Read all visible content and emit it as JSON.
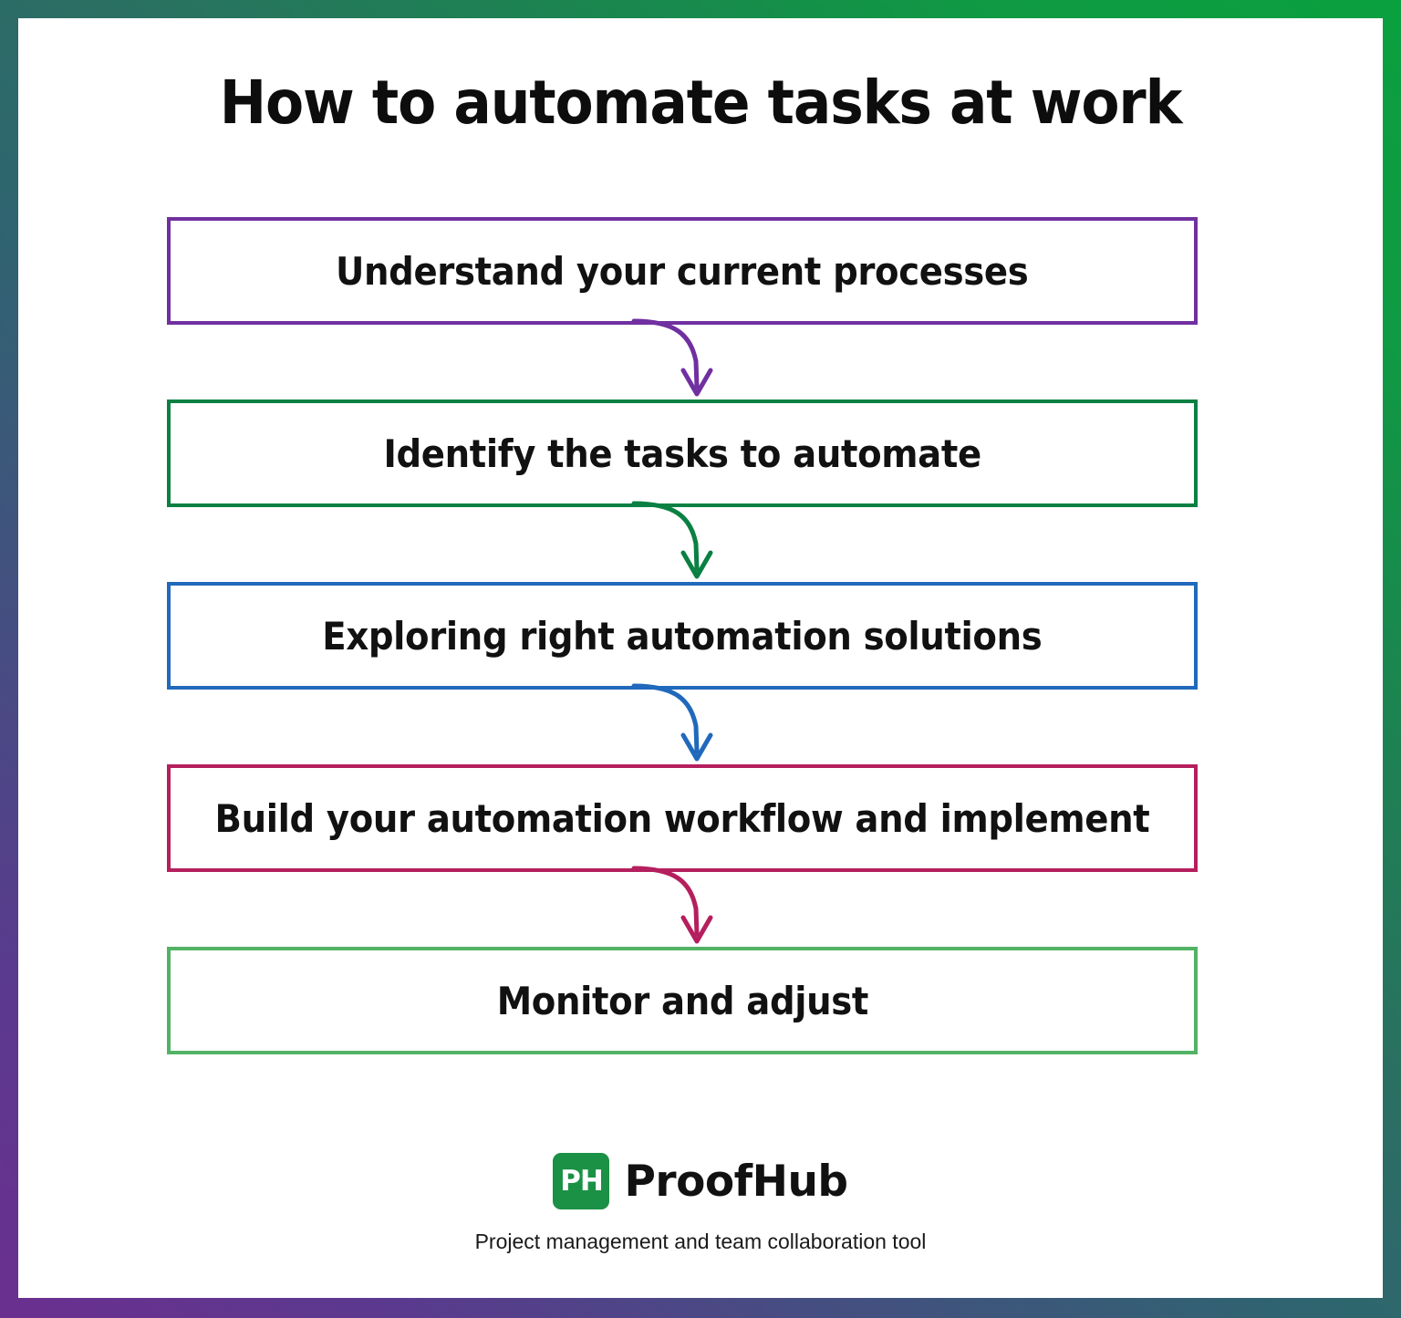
{
  "frame": {
    "gradient_start": "#6b2f8f",
    "gradient_end": "#0aa03f"
  },
  "title": "How to automate tasks at work",
  "flow": {
    "type": "vertical-flowchart",
    "steps": [
      {
        "index": 1,
        "label": "Understand your current processes",
        "border_color": "#7030a0"
      },
      {
        "index": 2,
        "label": "Identify the tasks to automate",
        "border_color": "#0a8043"
      },
      {
        "index": 3,
        "label": "Exploring right automation solutions",
        "border_color": "#2069bc"
      },
      {
        "index": 4,
        "label": "Build your automation workflow and implement",
        "border_color": "#b51f5e"
      },
      {
        "index": 5,
        "label": "Monitor and adjust",
        "border_color": "#52b265"
      }
    ],
    "connectors": [
      {
        "from": 1,
        "to": 2,
        "color": "#7030a0",
        "shape": "curved-down-arrow"
      },
      {
        "from": 2,
        "to": 3,
        "color": "#0a8043",
        "shape": "curved-down-arrow"
      },
      {
        "from": 3,
        "to": 4,
        "color": "#2069bc",
        "shape": "curved-down-arrow"
      },
      {
        "from": 4,
        "to": 5,
        "color": "#b51f5e",
        "shape": "curved-down-arrow"
      }
    ]
  },
  "footer": {
    "logo_mark": "PH",
    "logo_mark_color": "#1a9144",
    "brand": "ProofHub",
    "tagline": "Project management and team collaboration tool"
  }
}
